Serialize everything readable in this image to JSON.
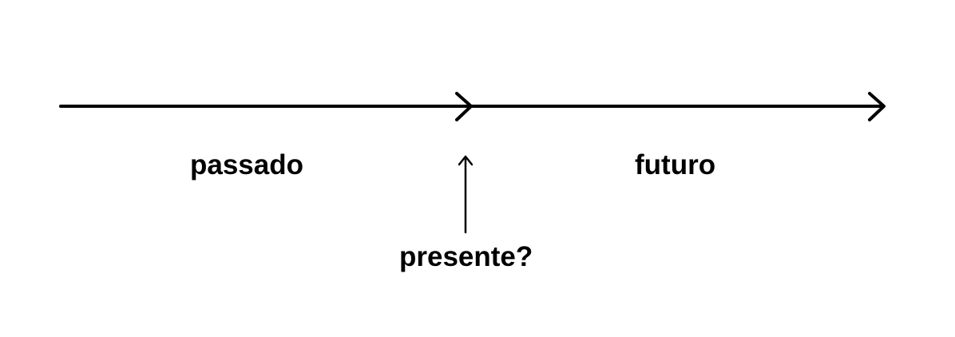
{
  "timeline": {
    "past_label": "passado",
    "future_label": "futuro",
    "present_label": "presente?",
    "line_color": "#000000",
    "background_color": "#ffffff"
  }
}
